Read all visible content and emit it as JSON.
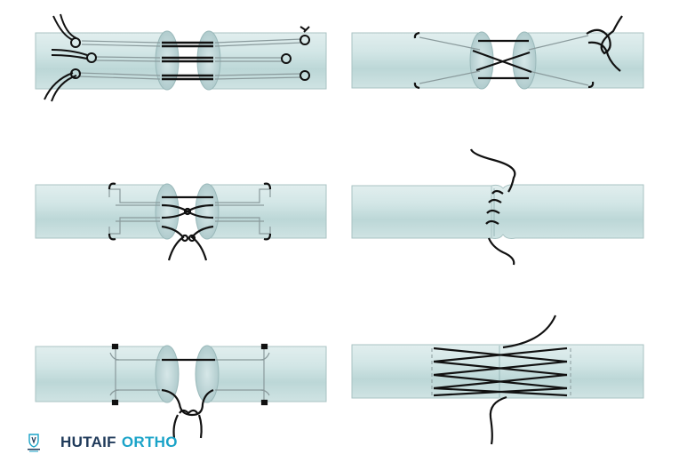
{
  "colors": {
    "tendon_fill_top": "#dcebeb",
    "tendon_fill_mid": "#c4dcdc",
    "tendon_fill_bottom": "#b8d4d4",
    "tendon_edge": "#9fbcbc",
    "end_face": "#b9d2d3",
    "suture": "#111111",
    "grey_strand": "#8a9a9c",
    "brand_dark": "#1f3a5a",
    "brand_accent": "#1aa3c8"
  },
  "panels": [
    {
      "id": "multi-strand-locking-knots",
      "position": "row-1-left"
    },
    {
      "id": "cross-stitch-repair",
      "position": "row-1-right"
    },
    {
      "id": "looped-core-suture",
      "position": "row-2-left"
    },
    {
      "id": "running-epitendinous-suture",
      "position": "row-2-right"
    },
    {
      "id": "modified-kessler-core-suture",
      "position": "row-3-left"
    },
    {
      "id": "cross-stitch-epitendinous",
      "position": "row-3-right"
    }
  ],
  "brand": {
    "name_part1": "HUTAIF",
    "name_part2": "ORTHO",
    "logo_icon": "shield-logo-icon"
  }
}
